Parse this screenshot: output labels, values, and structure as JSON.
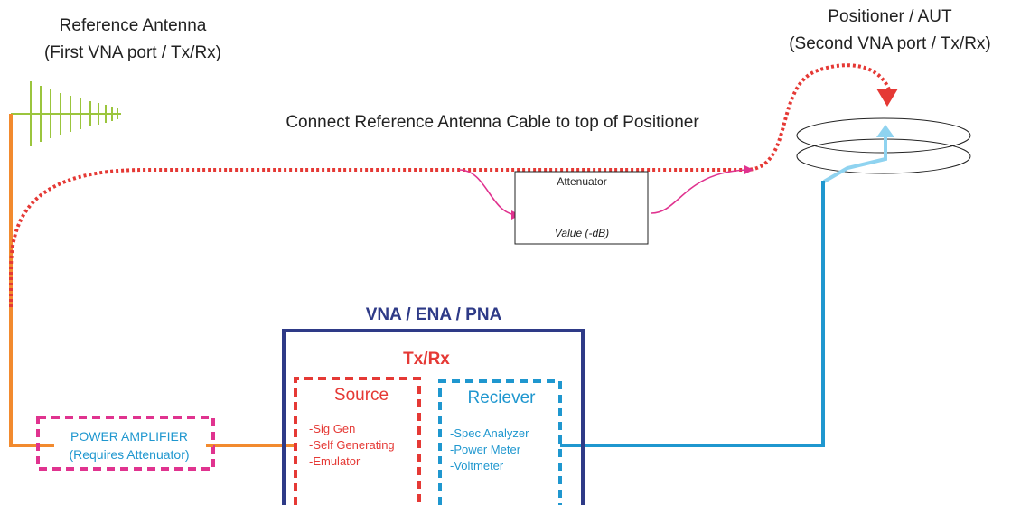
{
  "reference_antenna": {
    "title": "Reference Antenna",
    "subtitle": "(First VNA port / Tx/Rx)"
  },
  "positioner": {
    "title": "Positioner / AUT",
    "subtitle": "(Second VNA port / Tx/Rx)"
  },
  "instruction": "Connect Reference Antenna Cable to top of Positioner",
  "attenuator": {
    "label": "Attenuator",
    "value": "Value (-dB)"
  },
  "vna": {
    "title": "VNA / ENA / PNA",
    "txrx": "Tx/Rx"
  },
  "source": {
    "title": "Source",
    "items": [
      "-Sig Gen",
      "-Self Generating",
      "-Emulator"
    ]
  },
  "receiver": {
    "title": "Reciever",
    "items": [
      "-Spec Analyzer",
      "-Power Meter",
      "-Voltmeter"
    ]
  },
  "power_amplifier": {
    "line1": "POWER AMPLIFIER",
    "line2": "(Requires Attenuator)"
  },
  "colors": {
    "orange": "#f28a2e",
    "blue": "#1f97cf",
    "light_blue": "#8fd3f0",
    "red": "#e53935",
    "magenta": "#e0338f",
    "navy": "#2e3a87",
    "antenna_green": "#9bc53d"
  }
}
